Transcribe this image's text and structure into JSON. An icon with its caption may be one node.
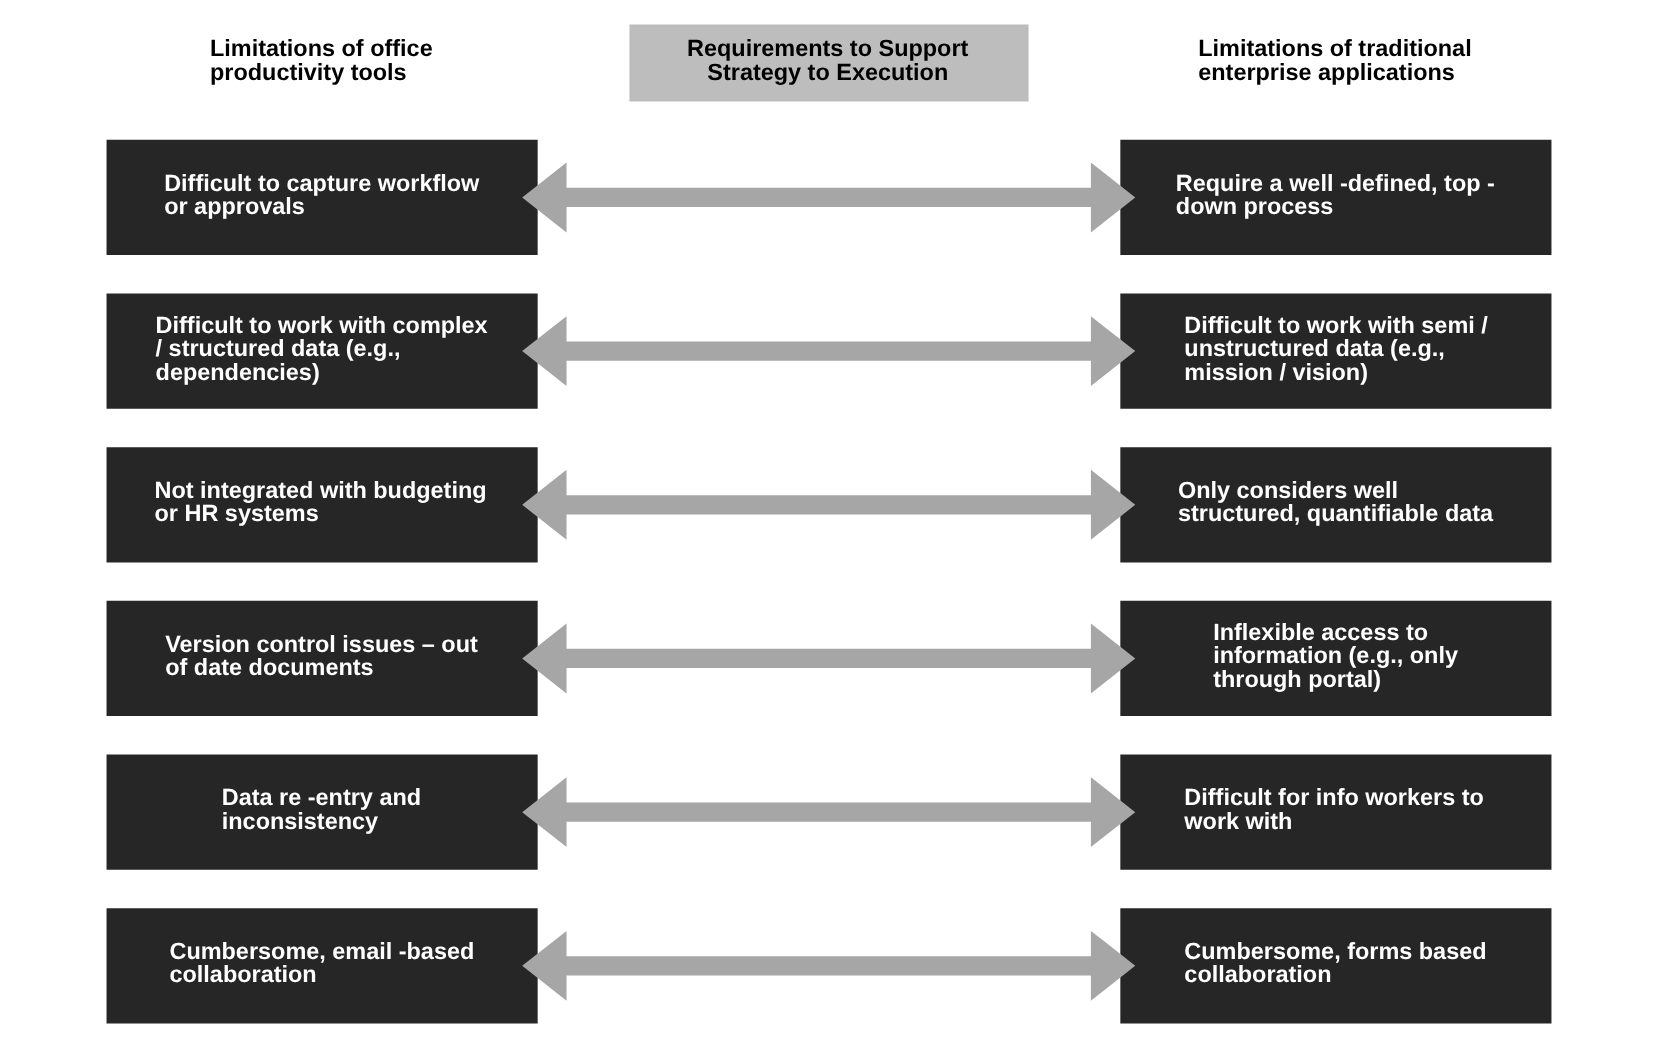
{
  "diagram": {
    "nodes": [
      {
        "text": [
          "Requirements to Support Strategy to Execution"
        ]
      },
      {
        "text": [
          "Difficult to capture workflow or approvals"
        ]
      },
      {
        "text": [
          "Require a well -defined, top - down process"
        ]
      },
      {
        "text": [
          "Difficult to work with complex / structured data (e.g., dependencies)"
        ]
      },
      {
        "text": [
          "Difficult to work with semi / unstructured data (e.g., mission / vision)"
        ]
      },
      {
        "text": [
          "Not integrated with budgeting or HR systems"
        ]
      },
      {
        "text": [
          "Only considers well structured, quantifiable data"
        ]
      },
      {
        "text": [
          "Version control issues – out of date documents"
        ]
      },
      {
        "text": [
          "Inflexible access to information (e.g., only through portal)"
        ]
      },
      {
        "text": [
          "Data re -entry and inconsistency"
        ]
      },
      {
        "text": [
          "Difficult for info workers to work with"
        ]
      },
      {
        "text": [
          "Cumbersome, email -based collaboration"
        ]
      },
      {
        "text": [
          "Cumbersome, forms based collaboration"
        ]
      }
    ],
    "edges": [
      {
        "from": 1,
        "to": 2,
        "arrow": "both"
      },
      {
        "from": 3,
        "to": 4,
        "arrow": "both"
      },
      {
        "from": 5,
        "to": 6,
        "arrow": "both"
      },
      {
        "from": 7,
        "to": 8,
        "arrow": "both"
      },
      {
        "from": 9,
        "to": 10,
        "arrow": "both"
      },
      {
        "from": 11,
        "to": 12,
        "arrow": "both"
      }
    ],
    "labels": [
      "Limitations of office productivity tools",
      "Limitations of traditional enterprise applications"
    ]
  }
}
